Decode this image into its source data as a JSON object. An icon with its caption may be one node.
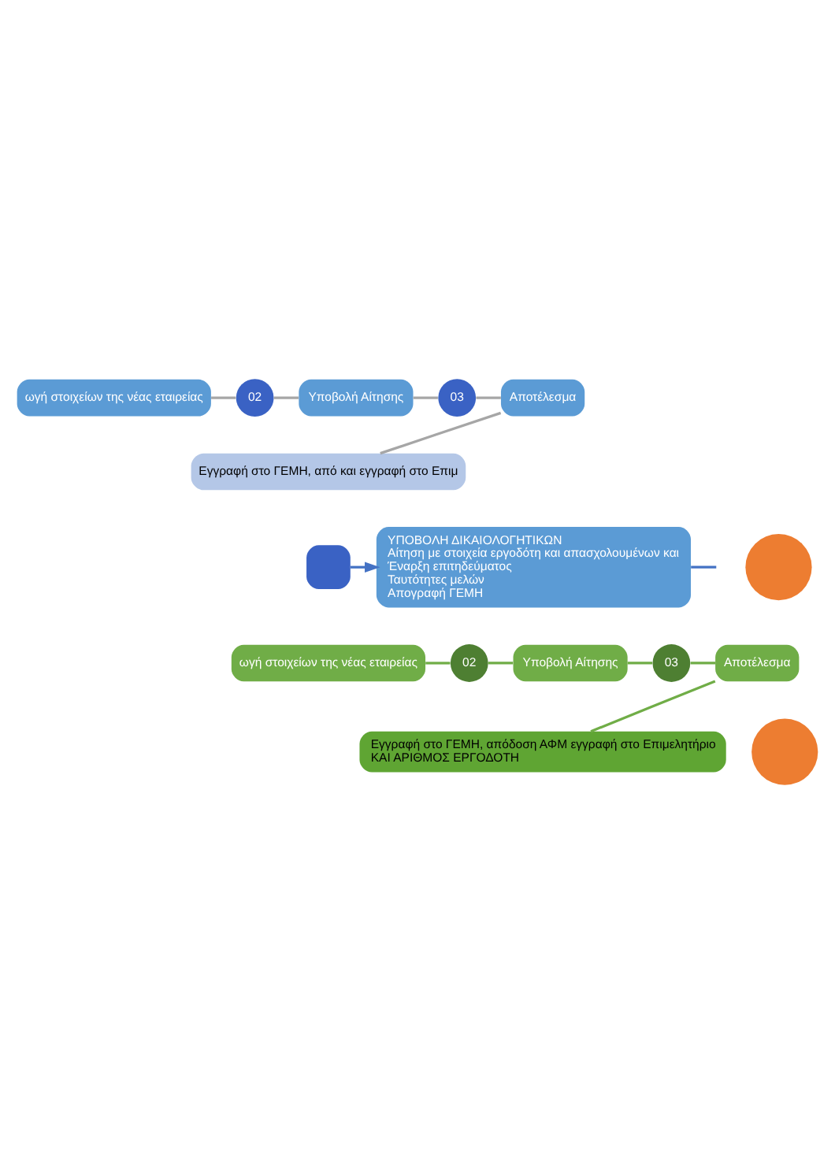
{
  "diagram": {
    "nodes": [
      {
        "text": [
          "ωγή στοιχείων της νέας εταιρείας"
        ]
      },
      {
        "text": [
          "02"
        ]
      },
      {
        "text": [
          "Υποβολή Αίτησης"
        ]
      },
      {
        "text": [
          "03"
        ]
      },
      {
        "text": [
          "Αποτέλεσμα"
        ]
      },
      {
        "text": [
          "Εγγραφή στο ΓΕΜΗ, από και εγγραφή στο Επιμ"
        ]
      },
      {
        "text": [],
        "shape": "box"
      },
      {
        "text": [
          "ΥΠΟΒΟΛΗ ΔΙΚΑΙΟΛΟΓΗΤΙΚΩΝ",
          "Αίτηση με στοιχεία εργοδότη και απασχολουμένων και",
          "Έναρξη επιτηδεύματος",
          "Ταυτότητες μελών",
          "Απογραφή ΓΕΜΗ"
        ]
      },
      {
        "text": [],
        "shape": "circle"
      },
      {
        "text": [
          "ωγή στοιχείων της νέας εταιρείας"
        ]
      },
      {
        "text": [
          "02"
        ]
      },
      {
        "text": [
          "Υποβολή Αίτησης"
        ]
      },
      {
        "text": [
          "03"
        ]
      },
      {
        "text": [
          "Αποτέλεσμα"
        ]
      },
      {
        "text": [
          "Εγγραφή στο ΓΕΜΗ, απόδοση ΑΦΜ εγγραφή στο Επιμελητήριο",
          "ΚΑΙ ΑΡΙΘΜΟΣ ΕΡΓΟΔΟΤΗ"
        ]
      },
      {
        "text": [],
        "shape": "circle"
      }
    ],
    "edges": [
      {
        "from": 0,
        "to": 1,
        "arrow": "none"
      },
      {
        "from": 1,
        "to": 2,
        "arrow": "none"
      },
      {
        "from": 2,
        "to": 3,
        "arrow": "none"
      },
      {
        "from": 3,
        "to": 4,
        "arrow": "none"
      },
      {
        "from": 4,
        "to": 5,
        "arrow": "none"
      },
      {
        "from": 6,
        "to": 7,
        "arrow": "to",
        "color": "#4472c4"
      },
      {
        "from": 7,
        "to": null,
        "arrow": "none",
        "color": "#4472c4"
      },
      {
        "from": 9,
        "to": 10,
        "arrow": "none",
        "color": "#70ad47"
      },
      {
        "from": 10,
        "to": 11,
        "arrow": "none",
        "color": "#70ad47"
      },
      {
        "from": 11,
        "to": 12,
        "arrow": "none",
        "color": "#70ad47"
      },
      {
        "from": 12,
        "to": 13,
        "arrow": "none",
        "color": "#70ad47"
      },
      {
        "from": 13,
        "to": 14,
        "arrow": "none",
        "color": "#70ad47"
      }
    ]
  }
}
